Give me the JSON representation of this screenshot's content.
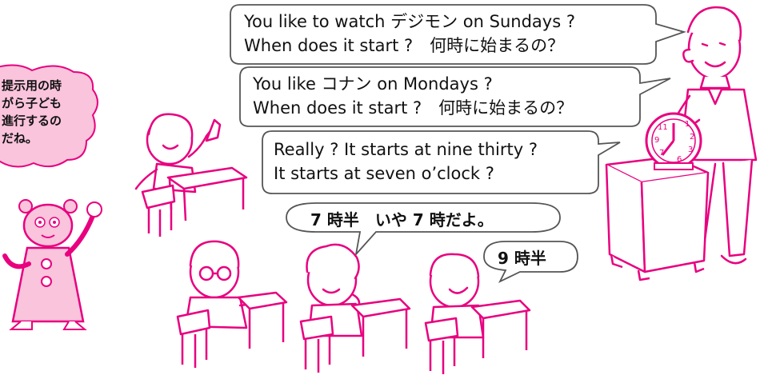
{
  "bubbles": {
    "teacher_question_1": {
      "line1": "You like to watch デジモン on Sundays ?",
      "line2": "When does it start ?　何時に始まるの？"
    },
    "teacher_question_2": {
      "line1": "You like コナン on Mondays ?",
      "line2": "When does it start ?　何時に始まるの？"
    },
    "teacher_reply": {
      "line1": "Really ?  It starts at nine thirty ?",
      "line2": "It starts at seven o’clock ?"
    },
    "student_answer_1": "7 時半　いや 7 時だよ。",
    "student_answer_2": "9 時半"
  },
  "guide_tip": {
    "line1": "提示用の時",
    "line2": "がら子ども",
    "line3": "進行するの",
    "line4": "だね。"
  },
  "colors": {
    "accent": "#e8007f",
    "tip_fill": "#f9c4dc",
    "stroke": "#555555"
  }
}
